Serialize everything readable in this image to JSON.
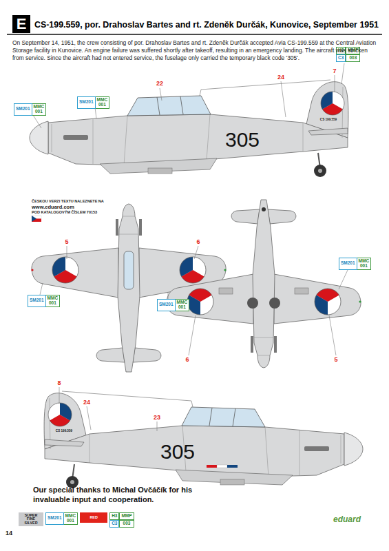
{
  "diagram": {
    "title": "CS-199.559, por. Drahoslav Bartes and rt. Zdeněk Durčák, Kunovice, September 1951",
    "nodes": [
      {
        "text": [
          "E"
        ]
      },
      {
        "text": [
          "SM201",
          "MMC 001"
        ]
      },
      {
        "text": [
          "SM201",
          "MMC 001"
        ]
      },
      {
        "text": [
          "H3",
          "MMP",
          "C3",
          "003"
        ]
      },
      {
        "text": [
          "SM201",
          "MMC 001"
        ]
      },
      {
        "text": [
          "SM201",
          "MMC 001"
        ]
      },
      {
        "text": [
          "SM201",
          "MMC 001"
        ]
      },
      {
        "text": [
          "SM201",
          "MMC 001"
        ]
      },
      {
        "text": [
          "H3",
          "MMP",
          "C3",
          "003"
        ]
      }
    ],
    "labels": [
      "On September 14, 1951, the crew consisting of por. Drahoslav Bartes and rt. Zdeněk Durčák accepted Avia CS-199.559 at the Central Aviation Storage facility in Kunovice. An engine failure was suffered shortly after takeoff, resulting in an emergency landing. The aircraft was stricken from service. Since the aircraft had not entered service, the fuselage only carried the temporary black code '305'.",
      "22",
      "24",
      "7",
      "305",
      "CS 199.559",
      "ČESKOU VERZI TEXTU NALEZNETE NA",
      "www.eduard.com",
      "POD KATALOGOVÝM ČÍSLEM 70153",
      "5",
      "6",
      "6",
      "5",
      "8",
      "24",
      "23",
      "305",
      "CS 199.559",
      "Our special thanks to Michal Ovčáčík for his invaluable input and cooperation.",
      "14",
      "eduard"
    ],
    "legend": [
      {
        "text": "SUPER FINE SILVER",
        "color": "#c9cacc"
      },
      {
        "text": "RED",
        "color": "#e2231a"
      }
    ]
  }
}
